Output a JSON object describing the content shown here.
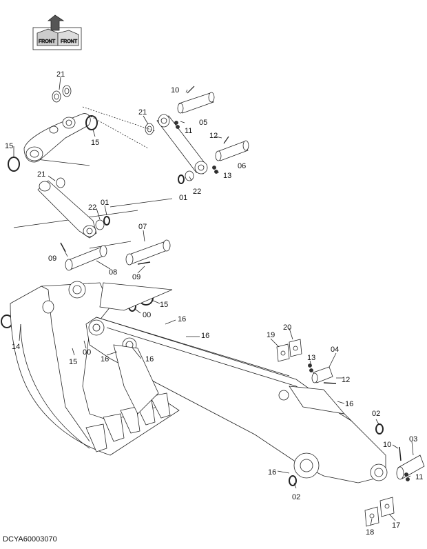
{
  "diagram": {
    "document_code": "DCYA60003070",
    "logo_text": "FRONT",
    "labels": {
      "l21a": "21",
      "l10a": "10",
      "l21b": "21",
      "l05": "05",
      "l11a": "11",
      "l15a": "15",
      "l15b": "15",
      "l12a": "12",
      "l06": "06",
      "l21c": "21",
      "l13a": "13",
      "l01a": "01",
      "l22a": "22",
      "l22b": "22",
      "l01b": "01",
      "l07": "07",
      "l09a": "09",
      "l08": "08",
      "l09b": "09",
      "l15c": "15",
      "l00a": "00",
      "l16a": "16",
      "l16b": "16",
      "l14": "14",
      "l00b": "00",
      "l15d": "15",
      "l16c": "16",
      "l16d": "16",
      "l19": "19",
      "l20": "20",
      "l04": "04",
      "l13b": "13",
      "l12b": "12",
      "l16e": "16",
      "l02a": "02",
      "l10b": "10",
      "l03": "03",
      "l11b": "11",
      "l16f": "16",
      "l02b": "02",
      "l18": "18",
      "l17": "17"
    }
  }
}
